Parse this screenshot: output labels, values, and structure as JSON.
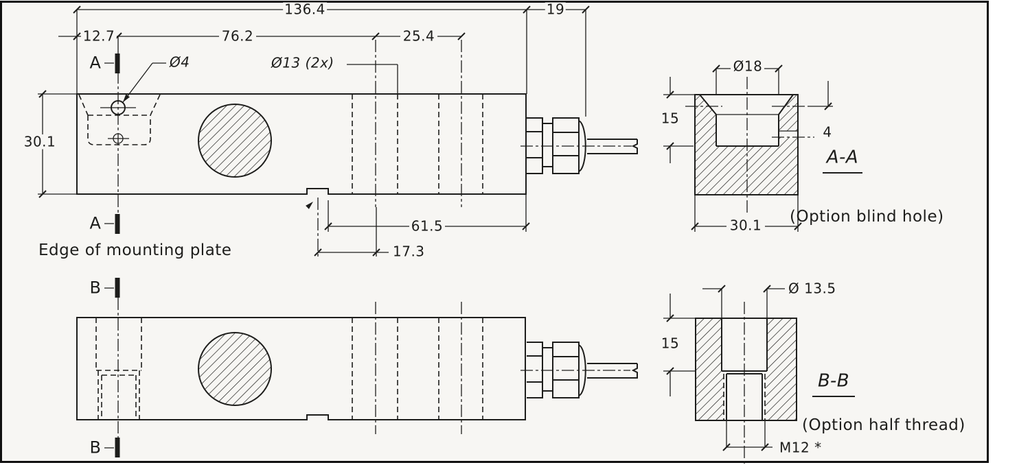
{
  "labels": {
    "dim_overall_length": "136.4",
    "dim_gland_length": "19",
    "dim_hole_offset": "12.7",
    "dim_hole_pitch": "76.2",
    "dim_hole_spacing": "25.4",
    "callout_small_hole": "Ø4",
    "callout_mounting_holes": "Ø13 (2x)",
    "dim_body_height": "30.1",
    "dim_notch_to_end": "61.5",
    "dim_notch_to_hole": "17.3",
    "section_a": "A",
    "section_b": "B",
    "edge_note": "Edge of mounting plate",
    "aa_bore": "Ø18",
    "aa_depth": "15",
    "aa_step": "4",
    "aa_width": "30.1",
    "aa_title": "A-A",
    "aa_caption": "(Option blind hole)",
    "bb_bore": "Ø 13.5",
    "bb_depth": "15",
    "bb_title": "B-B",
    "bb_caption": "(Option half thread)",
    "bb_thread": "M12 *"
  },
  "colors": {
    "line": "#1d1d1b",
    "paper": "#f7f6f3"
  }
}
